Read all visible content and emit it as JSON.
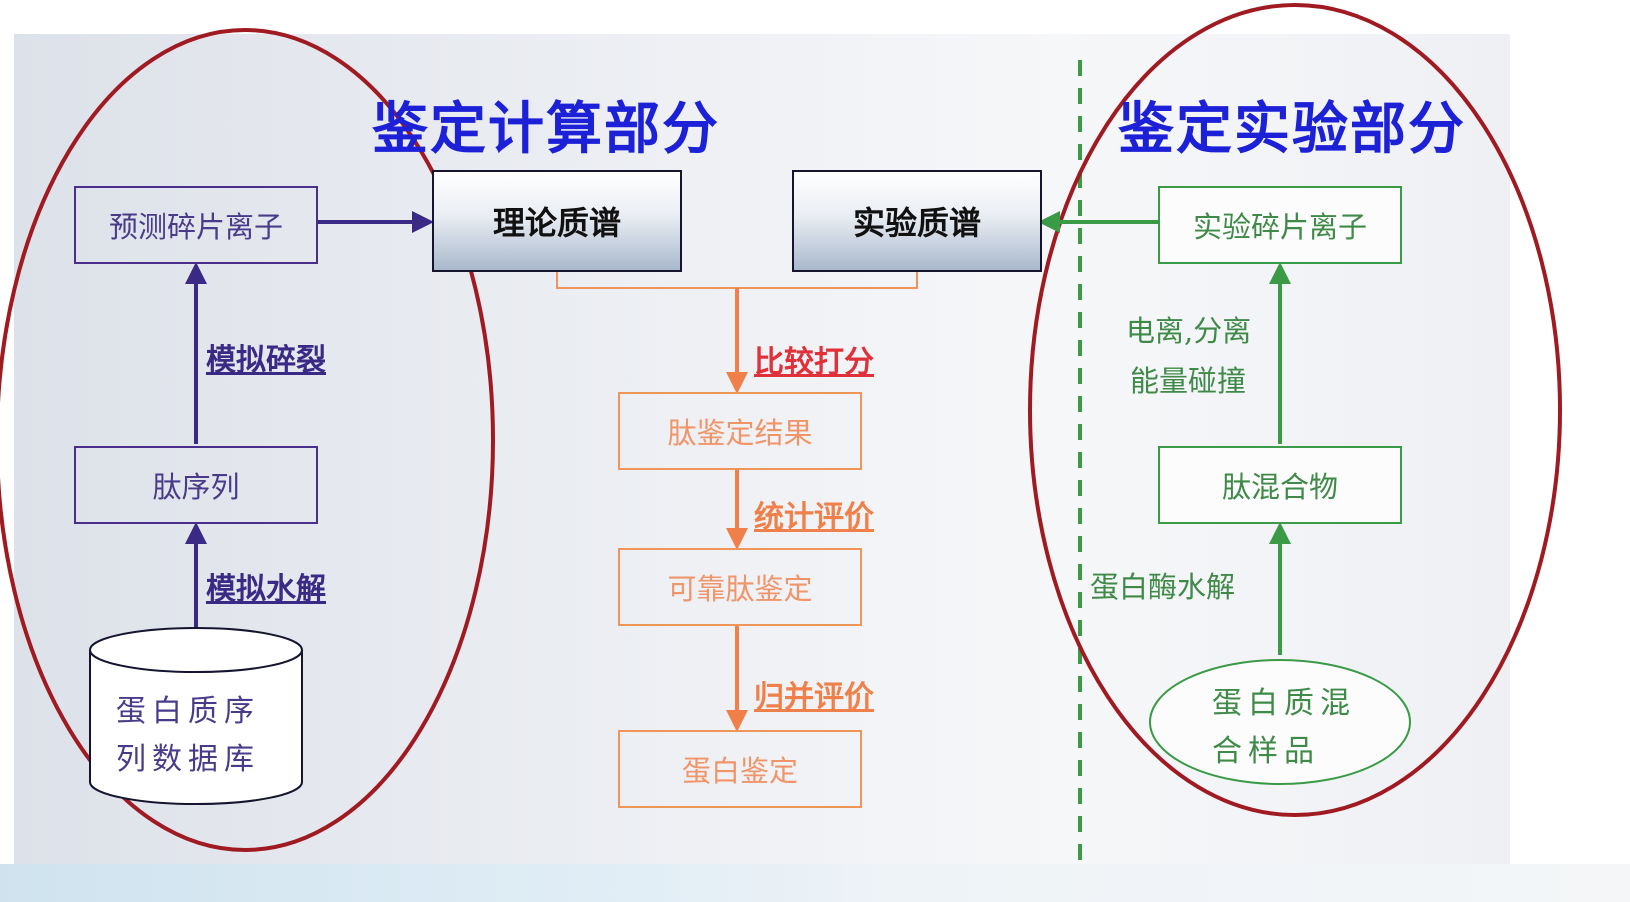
{
  "headings": {
    "computation": "鉴定计算部分",
    "experiment": "鉴定实验部分"
  },
  "computation": {
    "predicted_fragments": "预测碎片离子",
    "simulate_fragmentation": "模拟碎裂",
    "peptide_sequence": "肽序列",
    "simulate_hydrolysis": "模拟水解",
    "database_line1": "蛋白质序",
    "database_line2": "列数据库"
  },
  "spectra": {
    "theoretical": "理论质谱",
    "experimental": "实验质谱"
  },
  "center_flow": {
    "compare_score": "比较打分",
    "peptide_result": "肽鉴定结果",
    "statistical_eval": "统计评价",
    "reliable_peptide": "可靠肽鉴定",
    "merge_eval": "归并评价",
    "protein_identification": "蛋白鉴定"
  },
  "experiment": {
    "experimental_fragments": "实验碎片离子",
    "ionization_line1": "电离,分离",
    "ionization_line2": "能量碰撞",
    "peptide_mixture": "肽混合物",
    "enzymatic_hydrolysis": "蛋白酶水解",
    "sample_line1": "蛋白质混",
    "sample_line2": "合样品"
  },
  "colors": {
    "heading_blue": "#1c20d6",
    "purple": "#4a2e8c",
    "green": "#3a9a46",
    "orange": "#f0955a",
    "ellipse_red": "#a01a22"
  }
}
